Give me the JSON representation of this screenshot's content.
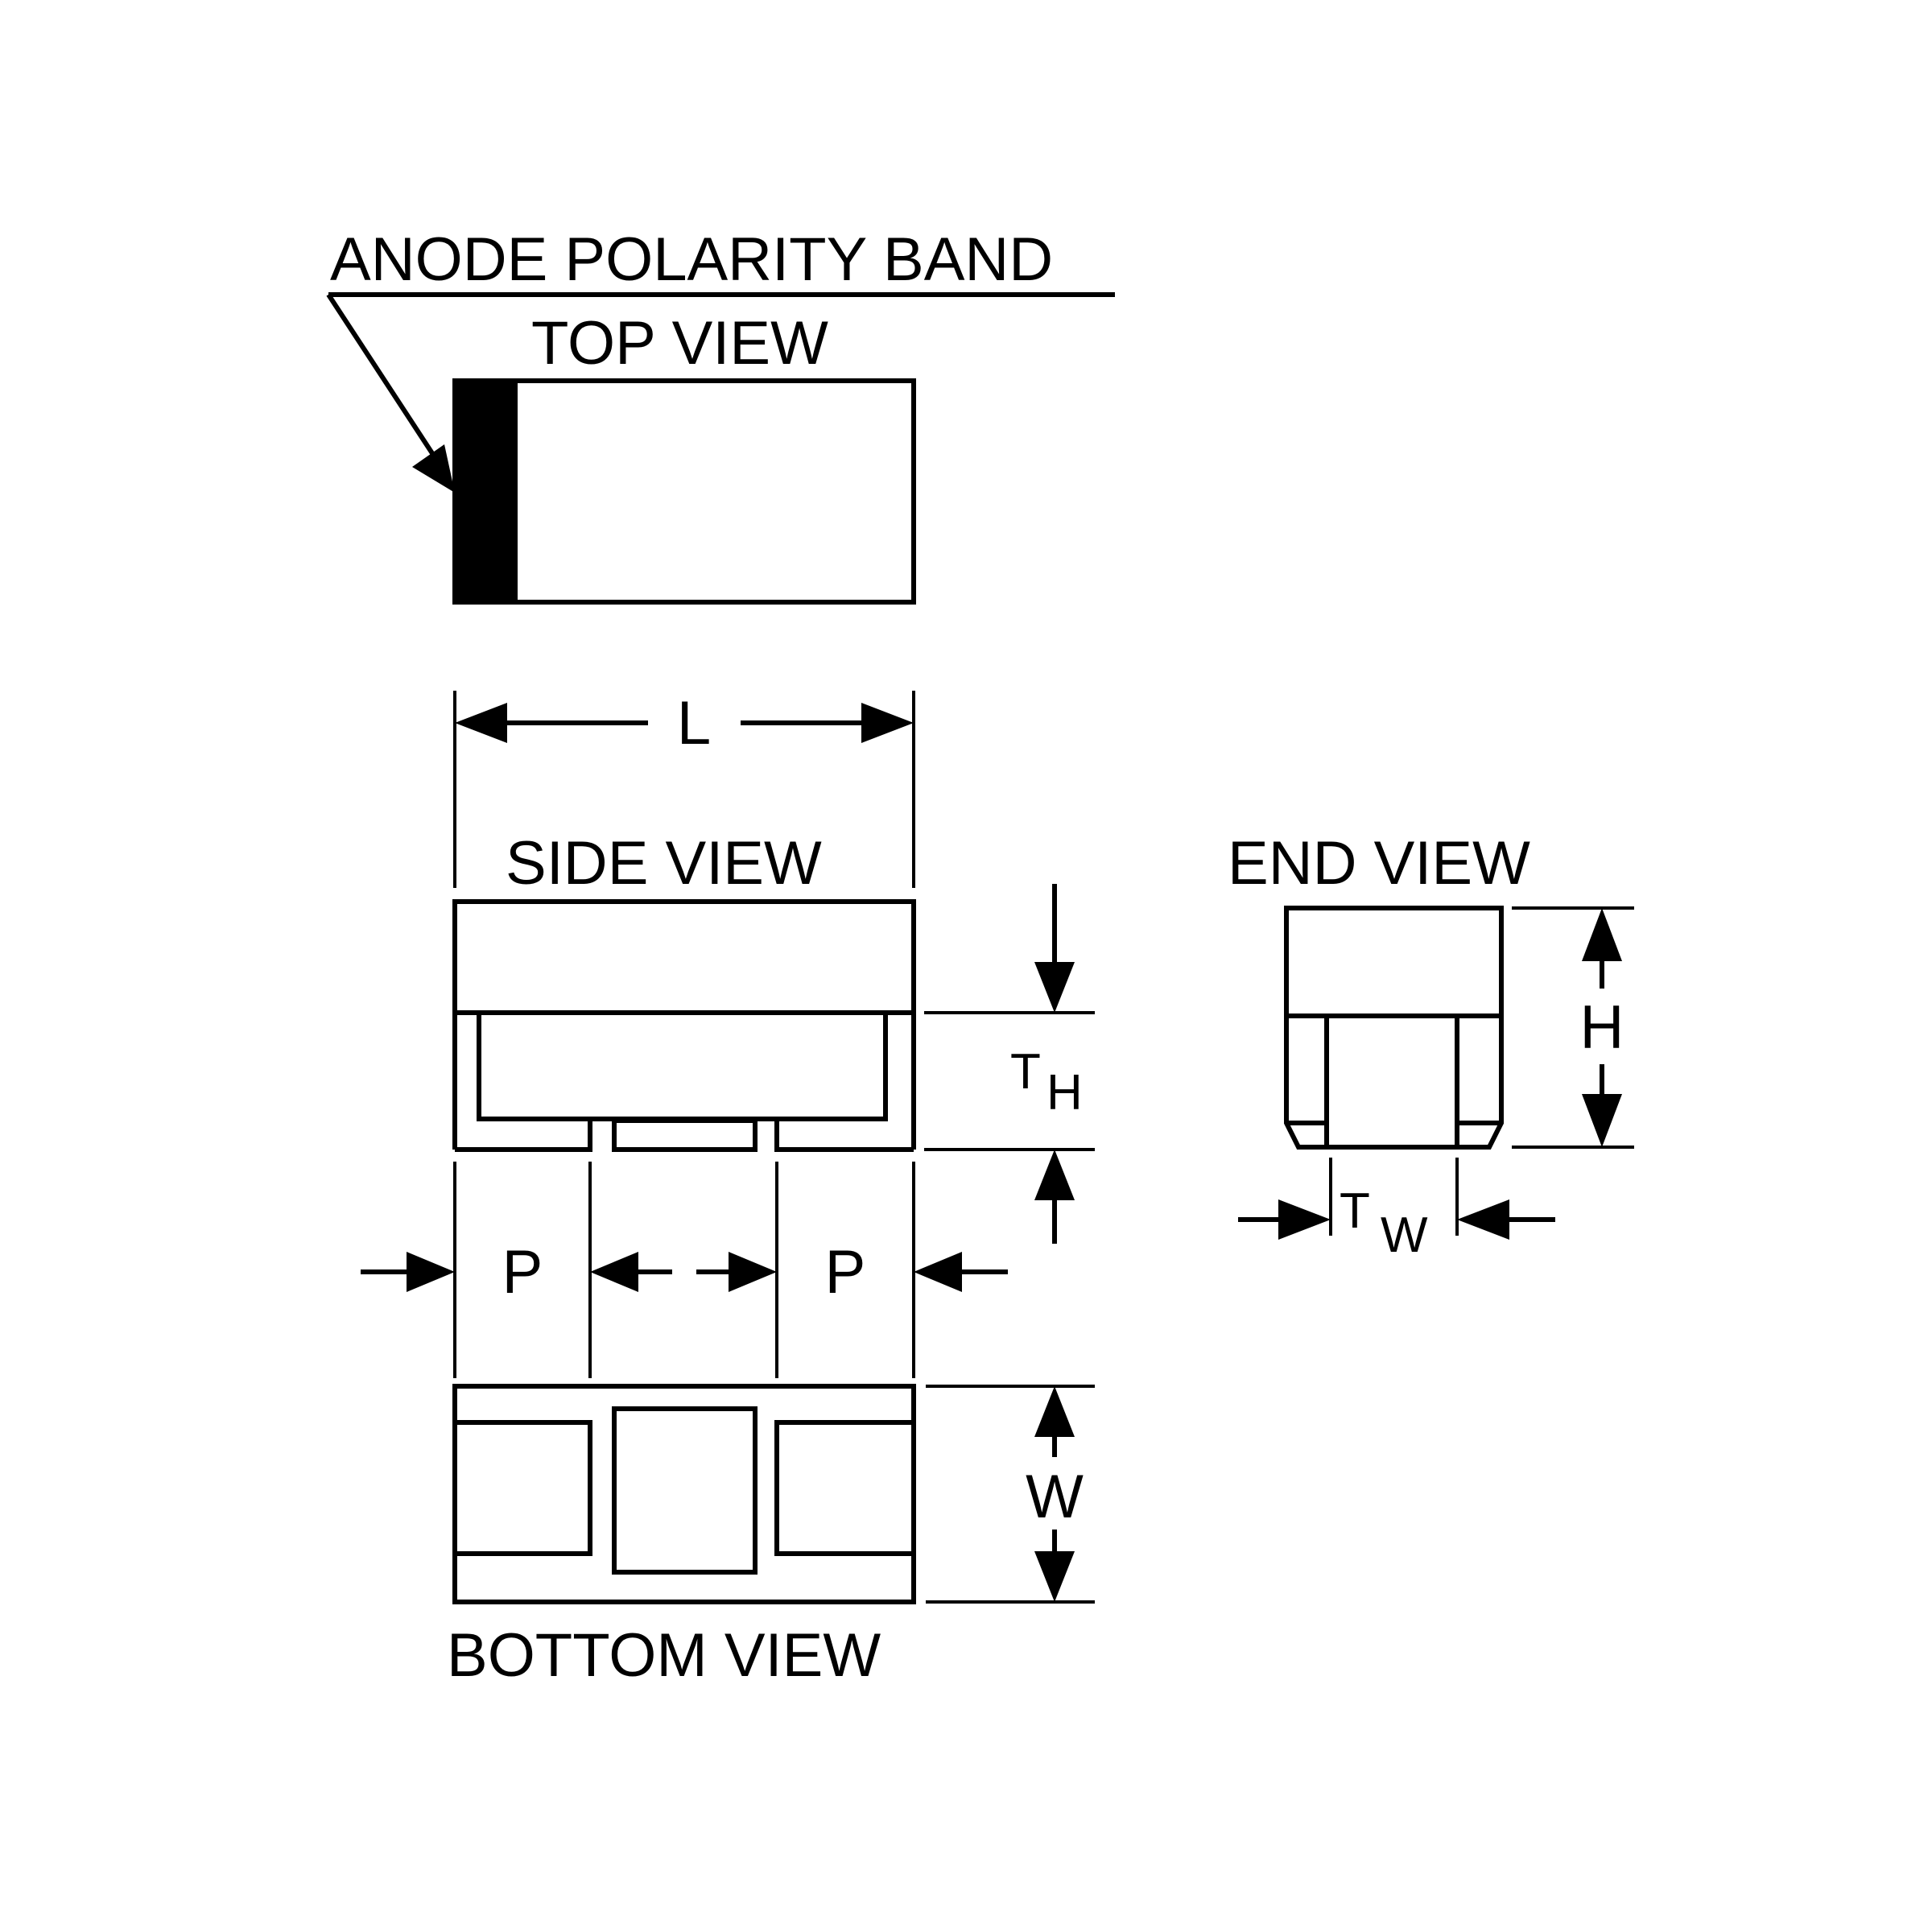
{
  "labels": {
    "anode_band": "ANODE POLARITY BAND",
    "top_view": "TOP VIEW",
    "side_view": "SIDE VIEW",
    "end_view": "END VIEW",
    "bottom_view": "BOTTOM VIEW"
  },
  "dimensions": {
    "length": "L",
    "pad_left": "P",
    "pad_right": "P",
    "term_height_main": "T",
    "term_height_sub": "H",
    "height": "H",
    "width": "W",
    "term_width_main": "T",
    "term_width_sub": "W"
  },
  "colors": {
    "ink": "#000000",
    "paper": "#ffffff"
  }
}
